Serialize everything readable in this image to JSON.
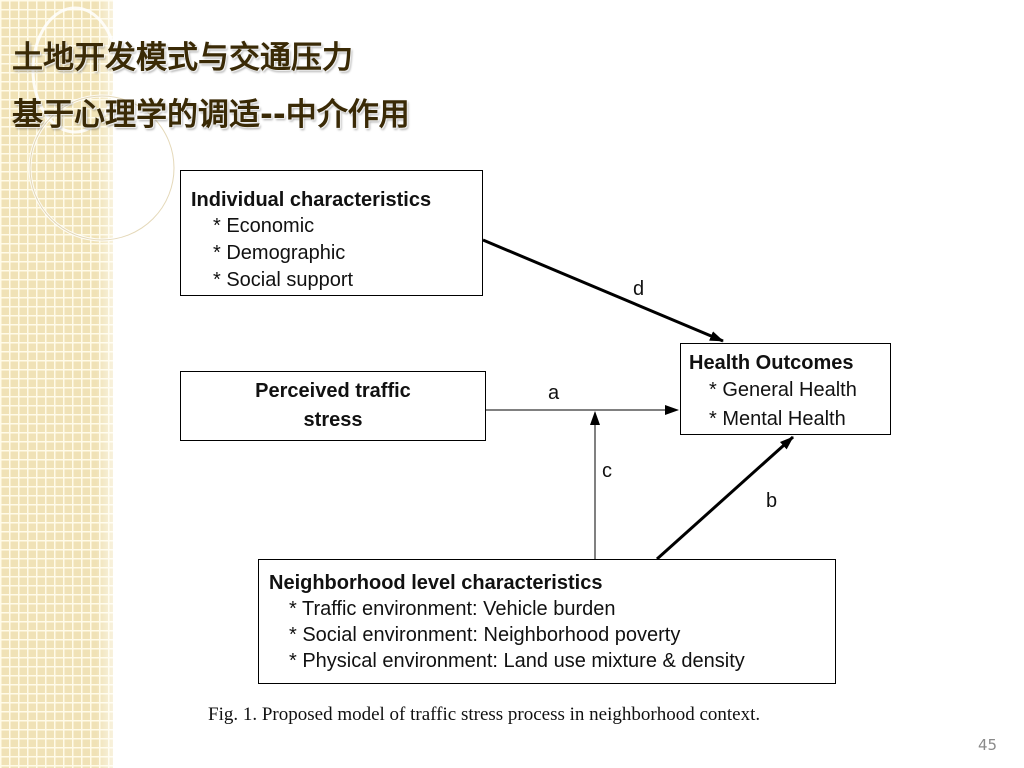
{
  "slide": {
    "title_line_1": "土地开发模式与交通压力",
    "title_line_2": "基于心理学的调适--中介作用",
    "page_number": "45"
  },
  "diagram": {
    "boxes": {
      "individual": {
        "title": "Individual characteristics",
        "items": [
          "* Economic",
          "* Demographic",
          "* Social support"
        ]
      },
      "health": {
        "title": "Health Outcomes",
        "items": [
          "* General Health",
          "* Mental Health"
        ]
      },
      "perceived": {
        "title": "Perceived traffic stress"
      },
      "neighborhood": {
        "title": "Neighborhood level characteristics",
        "items": [
          "* Traffic environment:  Vehicle burden",
          "* Social environment:  Neighborhood poverty",
          "* Physical environment:  Land use mixture & density"
        ]
      }
    },
    "paths": {
      "a": "a",
      "b": "b",
      "c": "c",
      "d": "d"
    },
    "caption": "Fig. 1.  Proposed model of traffic stress process in neighborhood context."
  },
  "theme": {
    "sidebar_color": "#f0e2b6",
    "title_color": "#3a2a06",
    "line_color": "#000000"
  }
}
